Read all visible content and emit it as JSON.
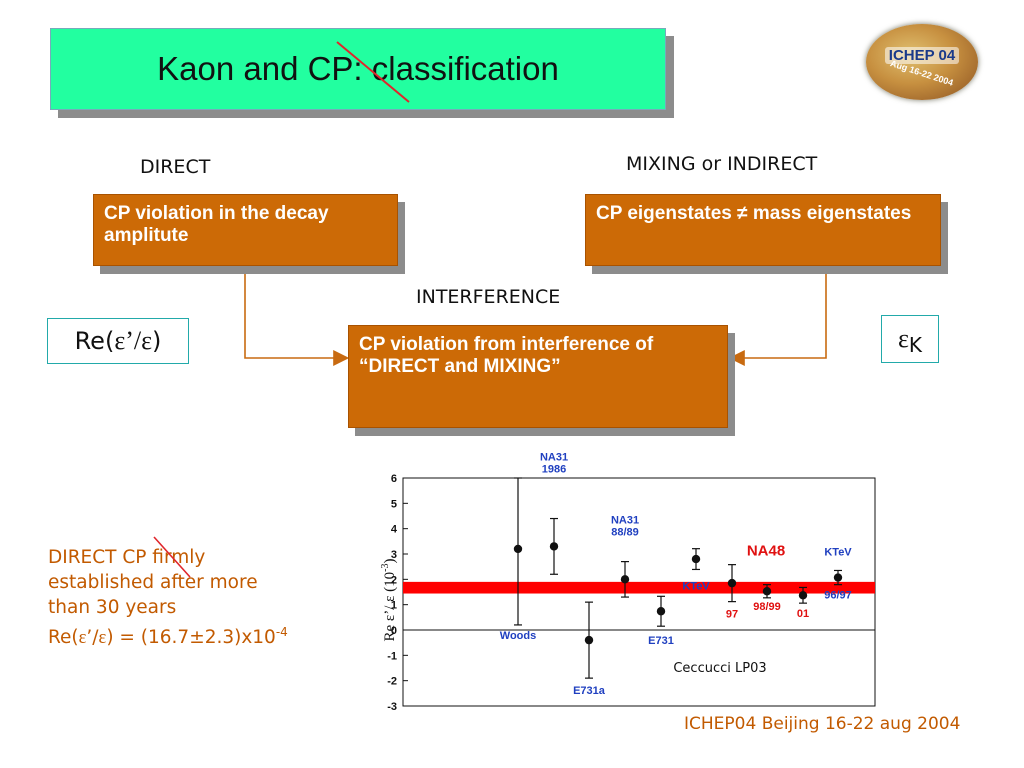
{
  "slide": {
    "title": "Kaon and CP: classification",
    "logo": {
      "main": "ICHEP 04",
      "sub": "Aug 16-22 2004"
    },
    "direct_label": "DIRECT",
    "mixing_label": "MIXING or INDIRECT",
    "interference_label": "INTERFERENCE",
    "box_direct": "CP violation in the decay amplitute",
    "box_mixing": "CP  eigenstates ≠ mass eigenstates",
    "box_interference": "CP violation from interference of   “DIRECT and MIXING”",
    "re_eps": {
      "pre": "Re(",
      "eps1": "ε",
      "mid": "’/",
      "eps2": "ε",
      "post": ")"
    },
    "eps_k": {
      "eps": "ε",
      "sub": "K"
    },
    "note": {
      "l1a": "DIRECT ",
      "l1b": "CP",
      "l1c": " firmly",
      "l2": "established after more",
      "l3": "than 30 years",
      "l4a": "Re(",
      "l4b": "ε",
      "l4c": "’/",
      "l4d": "ε",
      "l4e": ") = (16.7±2.3)x10",
      "l4exp": "-4"
    },
    "footer": "ICHEP04 Beijing 16-22 aug 2004",
    "colors": {
      "title_bg": "#22ffa0",
      "box_bg": "#cc6a06",
      "note_text": "#c25a00",
      "band": "#ff0000",
      "exp_blue": "#2040c0",
      "na48_red": "#e01010"
    }
  },
  "chart_data": {
    "type": "scatter",
    "ylabel": {
      "a": "Re  ε’/ ε  (10",
      "exp": "-3",
      "b": ")"
    },
    "ylim": [
      -3,
      6
    ],
    "yticks": [
      "6",
      "5",
      "4",
      "3",
      "2",
      "1",
      "0",
      "-1",
      "-2",
      "-3"
    ],
    "grid": false,
    "band": {
      "value": 1.67,
      "error": 0.23
    },
    "credit": "Ceccucci LP03",
    "points": [
      {
        "y": 3.2,
        "err": 3.0,
        "label": "Woods",
        "label_color": "blue"
      },
      {
        "y": 3.3,
        "err": 1.1,
        "label": "NA31\n1986",
        "label_color": "blue"
      },
      {
        "y": -0.4,
        "err": 1.5,
        "label": "E731a",
        "label_color": "blue"
      },
      {
        "y": 2.0,
        "err": 0.7,
        "label": "NA31\n88/89",
        "label_color": "blue"
      },
      {
        "y": 0.74,
        "err": 0.59,
        "label": "E731",
        "label_color": "blue"
      },
      {
        "y": 2.8,
        "err": 0.41,
        "label": "KTeV",
        "label_color": "blue"
      },
      {
        "y": 1.85,
        "err": 0.73,
        "label": "97",
        "label_color": "red"
      },
      {
        "y": 1.53,
        "err": 0.26,
        "label": "98/99",
        "label_color": "red"
      },
      {
        "y": 1.37,
        "err": 0.31,
        "label": "01",
        "label_color": "red"
      },
      {
        "y": 2.07,
        "err": 0.28,
        "label": "96/97",
        "label_color": "blue"
      }
    ],
    "group_labels": [
      {
        "text": "NA48",
        "color": "red"
      },
      {
        "text": "KTeV",
        "color": "blue"
      }
    ]
  }
}
